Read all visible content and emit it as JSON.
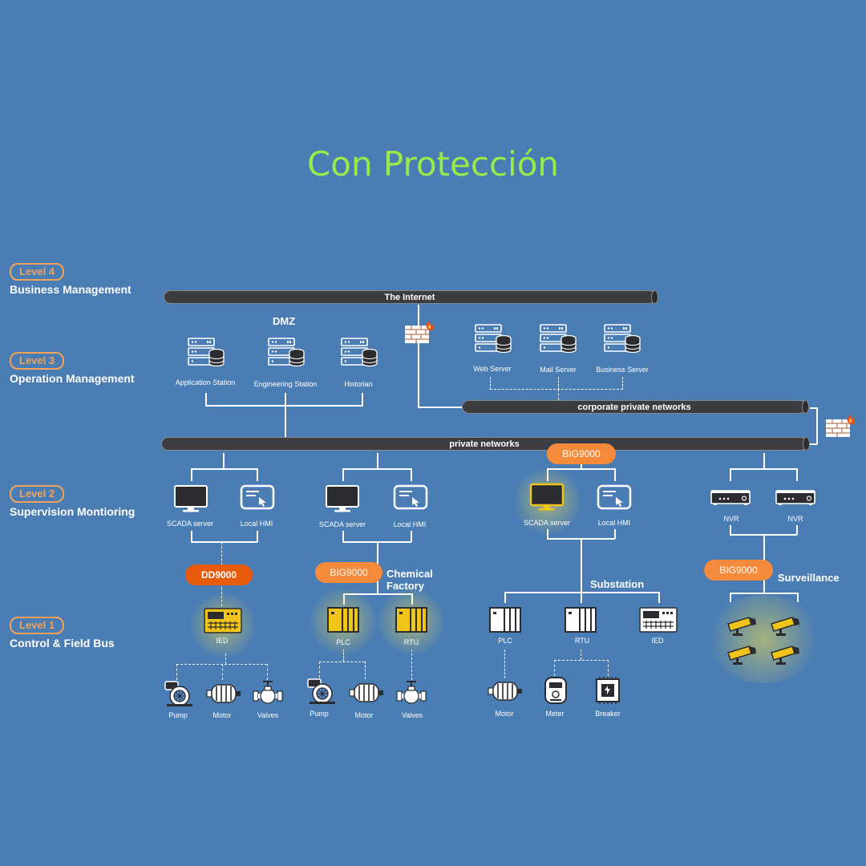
{
  "title": "Con Protección",
  "levels": [
    {
      "badge": "Level 4",
      "name": "Business Management"
    },
    {
      "badge": "Level 3",
      "name": "Operation Management"
    },
    {
      "badge": "Level 2",
      "name": "Supervision Montioring"
    },
    {
      "badge": "Level 1",
      "name": "Control & Field Bus"
    }
  ],
  "buses": {
    "internet": "The Internet",
    "corporate": "corporate private networks",
    "private": "private networks"
  },
  "dmz": {
    "label": "DMZ",
    "servers": [
      "Application Station",
      "Engineering Station",
      "Historian"
    ]
  },
  "corporate_servers": [
    "Web Server",
    "Mail Server",
    "Business Server"
  ],
  "supervision": {
    "scada": "SCADA server",
    "hmi": "Local HMI",
    "nvr": "NVR"
  },
  "badges": {
    "dd": "DD9000",
    "big": "BIG9000"
  },
  "sections": {
    "chemical": "Chemical Factory",
    "substation": "Substation",
    "surveillance": "Surveillance"
  },
  "devices": {
    "ied": "IED",
    "plc": "PLC",
    "rtu": "RTU",
    "pump": "Pump",
    "motor": "Motor",
    "valves": "Valves",
    "meter": "Meter",
    "breaker": "Breaker"
  },
  "colors": {
    "background": "#4a7db4",
    "title": "#9be84a",
    "level_accent": "#f4a259",
    "badge_dark": "#e85a0c",
    "badge_light": "#f58a3b",
    "highlight": "#f0c419"
  }
}
